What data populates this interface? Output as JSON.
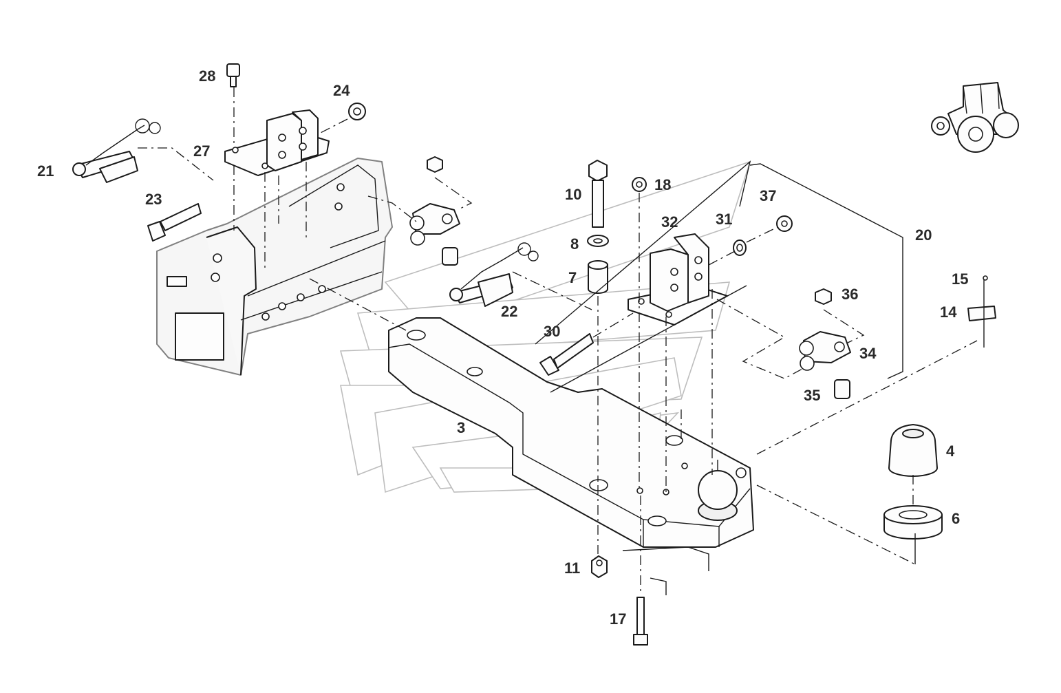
{
  "diagram": {
    "callouts": [
      {
        "id": "28",
        "text": "28"
      },
      {
        "id": "24",
        "text": "24"
      },
      {
        "id": "27",
        "text": "27"
      },
      {
        "id": "21",
        "text": "21"
      },
      {
        "id": "23",
        "text": "23"
      },
      {
        "id": "10",
        "text": "10"
      },
      {
        "id": "18",
        "text": "18"
      },
      {
        "id": "37",
        "text": "37"
      },
      {
        "id": "32",
        "text": "32"
      },
      {
        "id": "31",
        "text": "31"
      },
      {
        "id": "20",
        "text": "20"
      },
      {
        "id": "8",
        "text": "8"
      },
      {
        "id": "7",
        "text": "7"
      },
      {
        "id": "22",
        "text": "22"
      },
      {
        "id": "30",
        "text": "30"
      },
      {
        "id": "36",
        "text": "36"
      },
      {
        "id": "15",
        "text": "15"
      },
      {
        "id": "14",
        "text": "14"
      },
      {
        "id": "34",
        "text": "34"
      },
      {
        "id": "35",
        "text": "35"
      },
      {
        "id": "3",
        "text": "3"
      },
      {
        "id": "4",
        "text": "4"
      },
      {
        "id": "6",
        "text": "6"
      },
      {
        "id": "11",
        "text": "11"
      },
      {
        "id": "17",
        "text": "17"
      }
    ]
  }
}
